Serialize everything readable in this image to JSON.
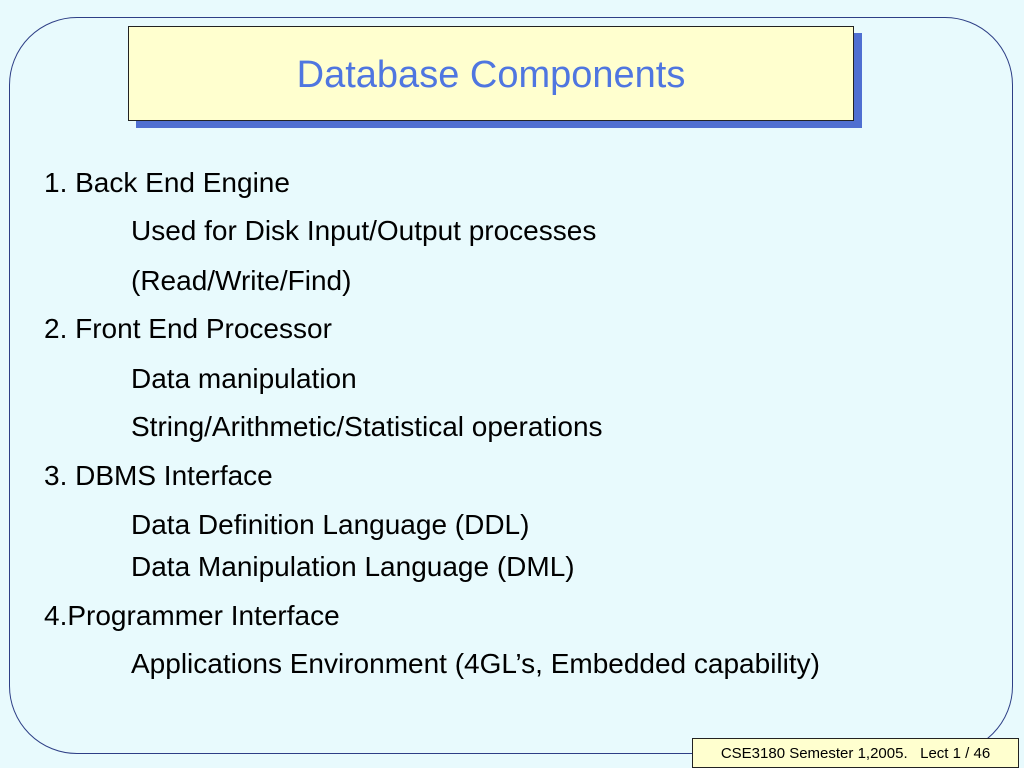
{
  "slide": {
    "title": "Database Components",
    "items": [
      {
        "level": 1,
        "text": "1. Back End Engine"
      },
      {
        "level": 2,
        "text": "Used for Disk Input/Output processes"
      },
      {
        "level": 2,
        "text": "(Read/Write/Find)"
      },
      {
        "level": 1,
        "text": "2. Front End Processor"
      },
      {
        "level": 2,
        "text": "Data manipulation"
      },
      {
        "level": 2,
        "text": "String/Arithmetic/Statistical operations"
      },
      {
        "level": 1,
        "text": "3. DBMS Interface"
      },
      {
        "level": 2,
        "text": "Data Definition Language (DDL)"
      },
      {
        "level": 2,
        "text": "Data Manipulation Language (DML)"
      },
      {
        "level": 1,
        "text": "4.Programmer Interface"
      },
      {
        "level": 2,
        "text": "Applications Environment (4GL’s, Embedded capability)"
      }
    ],
    "footer": "CSE3180 Semester 1,2005.   Lect 1 / 46"
  },
  "colors": {
    "background": "#e8fafd",
    "title_fill": "#ffffcf",
    "title_text": "#4f76e0",
    "title_shadow": "#4f6fd1",
    "frame": "#2e3f86"
  }
}
